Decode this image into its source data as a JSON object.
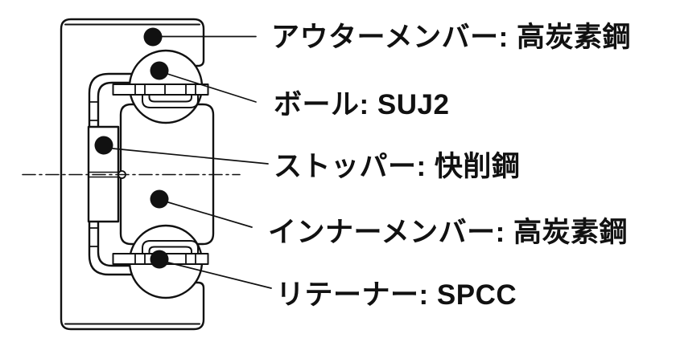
{
  "figure": {
    "type": "slide-rail-cross-section",
    "parts": [
      {
        "part": "アウターメンバー",
        "material": "高炭素鋼",
        "label": "アウターメンバー: 高炭素鋼"
      },
      {
        "part": "ボール",
        "material": "SUJ2",
        "label": "ボール: SUJ2"
      },
      {
        "part": "ストッパー",
        "material": "快削鋼",
        "label": "ストッパー: 快削鋼"
      },
      {
        "part": "インナーメンバー",
        "material": "高炭素鋼",
        "label": "インナーメンバー: 高炭素鋼"
      },
      {
        "part": "リテーナー",
        "material": "SPCC",
        "label": "リテーナー: SPCC"
      }
    ],
    "colors": {
      "line": "#111111",
      "background": "#ffffff"
    }
  }
}
